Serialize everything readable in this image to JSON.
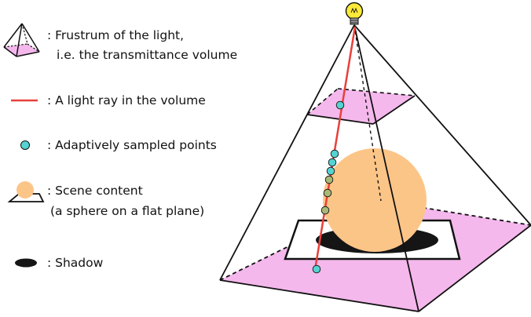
{
  "legend": {
    "frustum_line1": ": Frustrum of the light,",
    "frustum_line2": "i.e. the transmittance volume",
    "ray": ": A light ray in the volume",
    "points": ": Adaptively sampled points",
    "scene_line1": ": Scene content",
    "scene_line2": "(a sphere on a flat plane)",
    "shadow": ": Shadow"
  },
  "colors": {
    "frustum_fill": "#f4b8ec",
    "ray": "#e8413a",
    "point_cyan": "#55d3d0",
    "point_green": "#a9b877",
    "sphere": "#fcc588",
    "shadow": "#151515",
    "bulb": "#fcea3a",
    "outline": "#111111"
  },
  "icons": {
    "light_source": "lightbulb-icon"
  }
}
